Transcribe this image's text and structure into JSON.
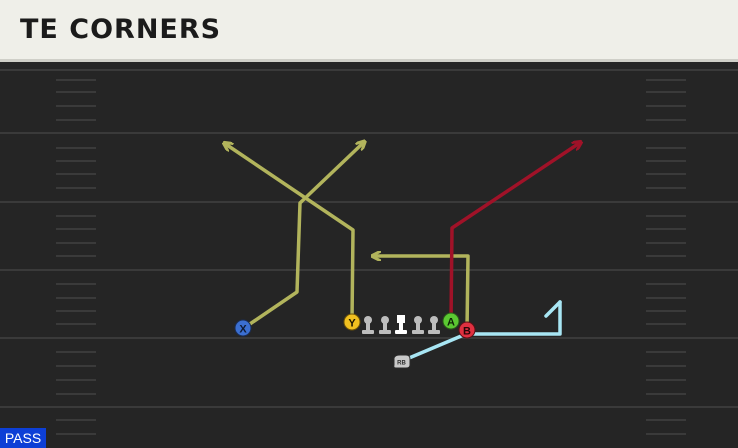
{
  "header": {
    "title": "TE CORNERS"
  },
  "mode": {
    "label": "PASS"
  },
  "players": {
    "x": "X",
    "y": "Y",
    "a": "A",
    "b": "B",
    "rb": "RB"
  },
  "colors": {
    "route_yellow": "#b2b45c",
    "route_red": "#a01228",
    "route_blue": "#a8e6f4",
    "x_receiver": "#3b6fd1",
    "y_receiver": "#f0c020",
    "a_receiver": "#5bc832",
    "b_receiver": "#e03040",
    "pass_badge": "#0d3fd6"
  }
}
